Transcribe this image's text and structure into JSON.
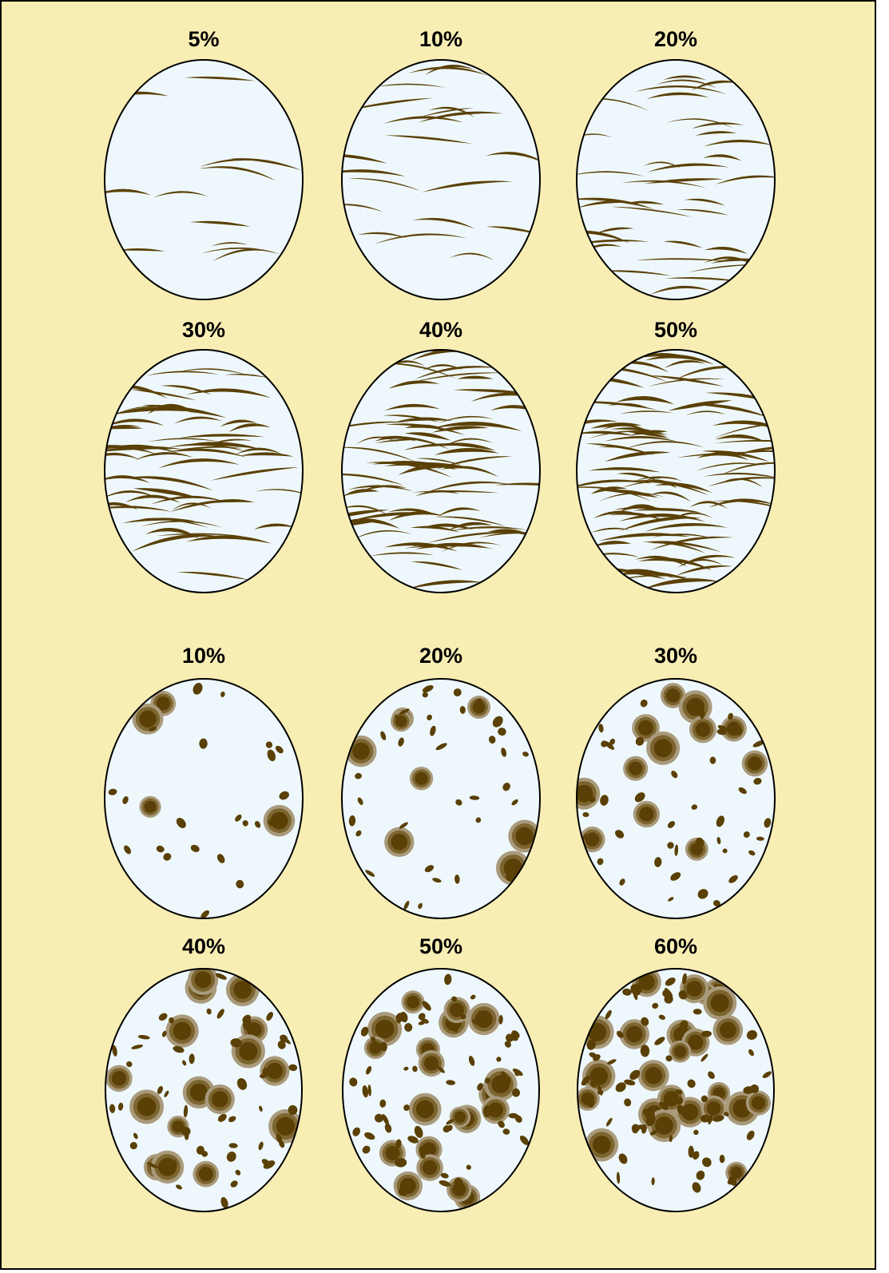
{
  "colors": {
    "background": "#f8eeb4",
    "frame": "#000000",
    "disk_fill": "#eef8fc",
    "disk_outline": "#000000",
    "mark": "#5a4006",
    "spot_outer": "#a99a7c",
    "spot_mid": "#7d6530",
    "spot_core": "#5a4006"
  },
  "icons": {
    "streak": "brown-streak",
    "spot": "brown-spot"
  },
  "groups": [
    {
      "pattern": "streaks",
      "panels": [
        {
          "label": "5%",
          "percent": 5
        },
        {
          "label": "10%",
          "percent": 10
        },
        {
          "label": "20%",
          "percent": 20
        },
        {
          "label": "30%",
          "percent": 30
        },
        {
          "label": "40%",
          "percent": 40
        },
        {
          "label": "50%",
          "percent": 50
        }
      ]
    },
    {
      "pattern": "spots",
      "panels": [
        {
          "label": "10%",
          "percent": 10
        },
        {
          "label": "20%",
          "percent": 20
        },
        {
          "label": "30%",
          "percent": 30
        },
        {
          "label": "40%",
          "percent": 40
        },
        {
          "label": "50%",
          "percent": 50
        },
        {
          "label": "60%",
          "percent": 60
        }
      ]
    }
  ]
}
